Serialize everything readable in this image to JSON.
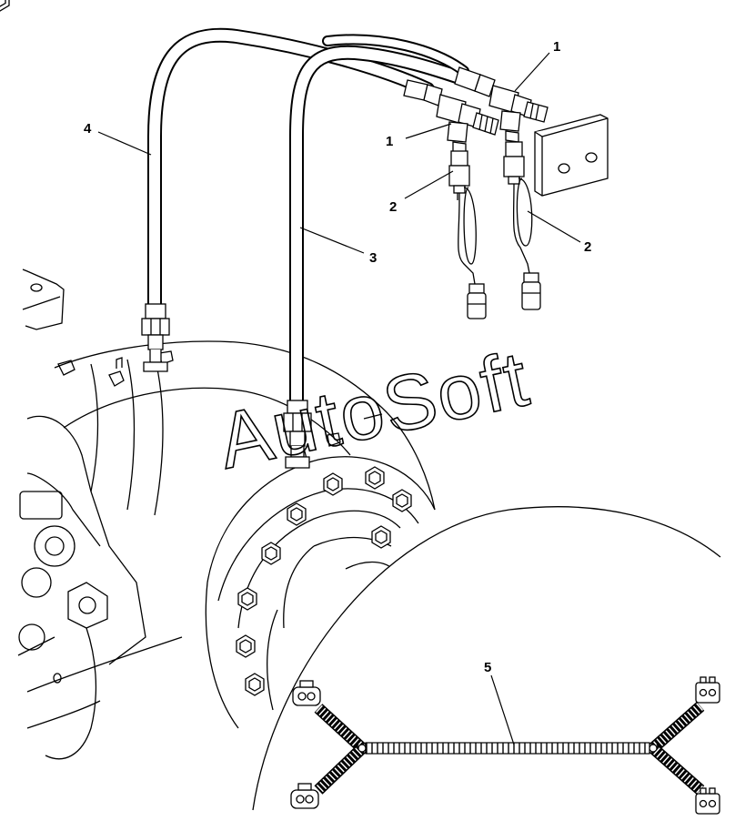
{
  "watermark": "AutoSoft",
  "callouts": {
    "fitting_top": "1",
    "fitting_left": "1",
    "sensor_left": "2",
    "sensor_right": "2",
    "hose_3": "3",
    "hose_4": "4",
    "harness": "5"
  }
}
